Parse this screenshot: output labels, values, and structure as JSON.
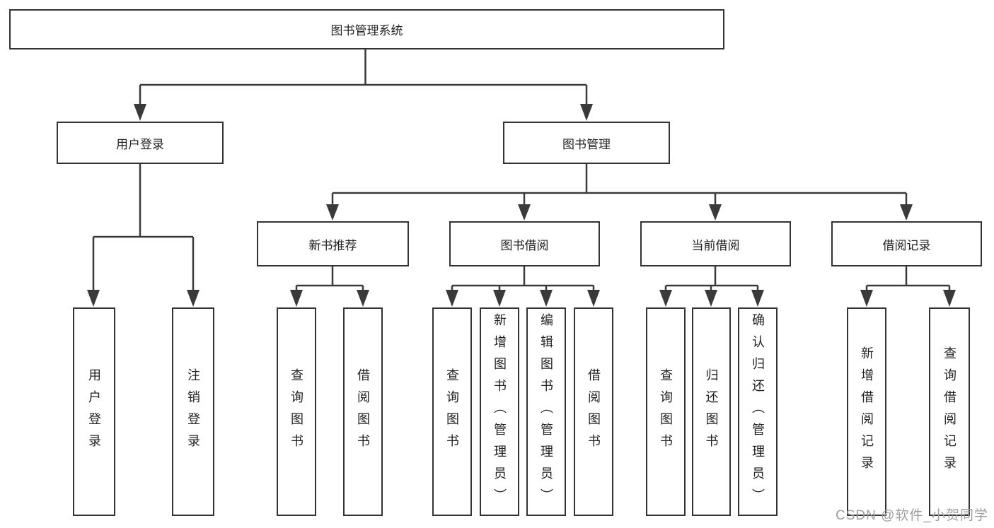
{
  "diagram": {
    "root": {
      "label": "图书管理系统"
    },
    "level2": [
      {
        "label": "用户登录",
        "leaves": [
          {
            "label": "用户登录"
          },
          {
            "label": "注销登录"
          }
        ]
      },
      {
        "label": "图书管理",
        "groups": [
          {
            "label": "新书推荐",
            "leaves": [
              {
                "label": "查询图书"
              },
              {
                "label": "借阅图书"
              }
            ]
          },
          {
            "label": "图书借阅",
            "leaves": [
              {
                "label": "查询图书"
              },
              {
                "label": "新增图书（管理员）"
              },
              {
                "label": "编辑图书（管理员）"
              },
              {
                "label": "借阅图书"
              }
            ]
          },
          {
            "label": "当前借阅",
            "leaves": [
              {
                "label": "查询图书"
              },
              {
                "label": "归还图书"
              },
              {
                "label": "确认归还（管理员）"
              }
            ]
          },
          {
            "label": "借阅记录",
            "leaves": [
              {
                "label": "新增借阅记录"
              },
              {
                "label": "查询借阅记录"
              }
            ]
          }
        ]
      }
    ]
  },
  "watermark": {
    "text": "CSDN @软件_小贺同学"
  },
  "colors": {
    "line": "#3a3a3a",
    "box_border": "#333333",
    "text": "#222222",
    "watermark": "#9e9e9e",
    "background": "#ffffff"
  }
}
